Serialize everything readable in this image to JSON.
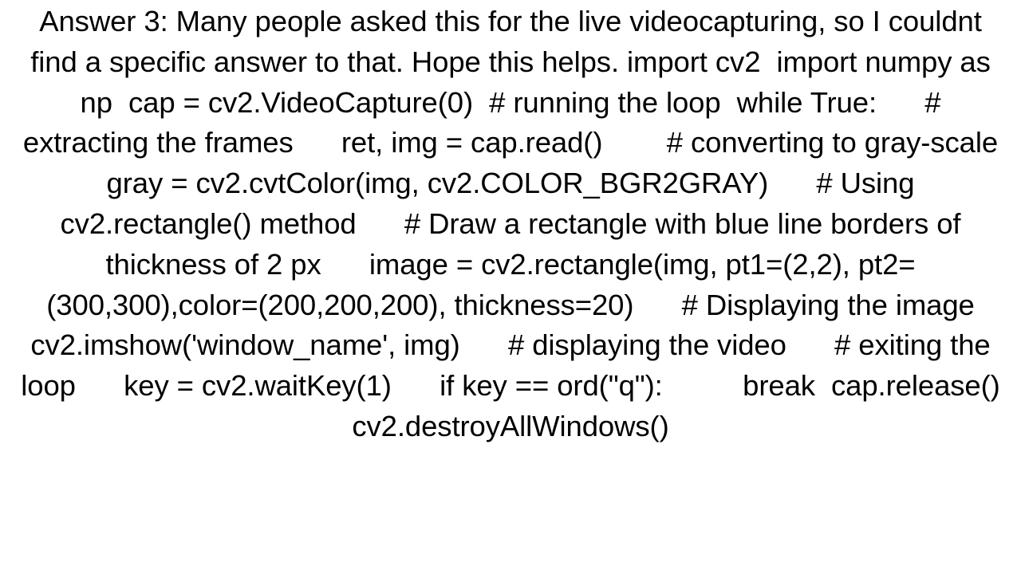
{
  "page": {
    "background_color": "#ffffff",
    "text_color": "#000000",
    "alignment": "center"
  },
  "answer": {
    "label": "Answer 3",
    "prose_intro": "Answer 3: Many people asked this for the live videocapturing, so I couldnt find a specific answer to that. Hope this helps.",
    "code_snippet": "import cv2  import numpy as np  cap = cv2.VideoCapture(0)  # running the loop  while True:      # extracting the frames      ret, img = cap.read()        # converting to gray-scale      gray = cv2.cvtColor(img, cv2.COLOR_BGR2GRAY)      # Using cv2.rectangle() method      # Draw a rectangle with blue line borders of thickness of 2 px      image = cv2.rectangle(img, pt1=(2,2), pt2=(300,300),color=(200,200,200), thickness=20)      # Displaying the image      cv2.imshow('window_name', img)      # displaying the video      # exiting the loop      key = cv2.waitKey(1)      if key == ord(\"q\"):          break  cap.release() cv2.destroyAllWindows()",
    "full_text": "Answer 3: Many people asked this for the live videocapturing, so I couldnt find a specific answer to that. Hope this helps. import cv2  import numpy as np  cap = cv2.VideoCapture(0)  # running the loop  while True:      # extracting the frames      ret, img = cap.read()        # converting to gray-scale      gray = cv2.cvtColor(img, cv2.COLOR_BGR2GRAY)      # Using cv2.rectangle() method      # Draw a rectangle with blue line borders of thickness of 2 px      image = cv2.rectangle(img, pt1=(2,2), pt2=(300,300),color=(200,200,200), thickness=20)      # Displaying the image      cv2.imshow('window_name', img)      # displaying the video      # exiting the loop      key = cv2.waitKey(1)      if key == ord(\"q\"):          break  cap.release() cv2.destroyAllWindows()",
    "rendered_lines": [
      "Answer 3: Many people asked this for the live",
      "videocapturing, so I couldnt find a specific answer to that.",
      "Hope this helps. import cv2  import numpy as np  cap =",
      "cv2.VideoCapture(0)  # running the loop  while True:      #",
      "extracting the frames      ret, img = cap.read()        #",
      "converting to gray-scale      gray = cv2.cvtColor(img,",
      "cv2.COLOR_BGR2GRAY)      # Using cv2.rectangle() method",
      "# Draw a rectangle with blue line borders of thickness of 2",
      "px      image = cv2.rectangle(img, pt1=(2,2),",
      "pt2=(300,300),color=(200,200,200), thickness=20)      #",
      "Displaying the image      cv2.imshow('window_name', img)",
      "# displaying the video      # exiting the loop      key =",
      "cv2.waitKey(1)      if key == ord(\"q\"):          break",
      "cap.release() cv2.destroyAllWindows()"
    ]
  }
}
